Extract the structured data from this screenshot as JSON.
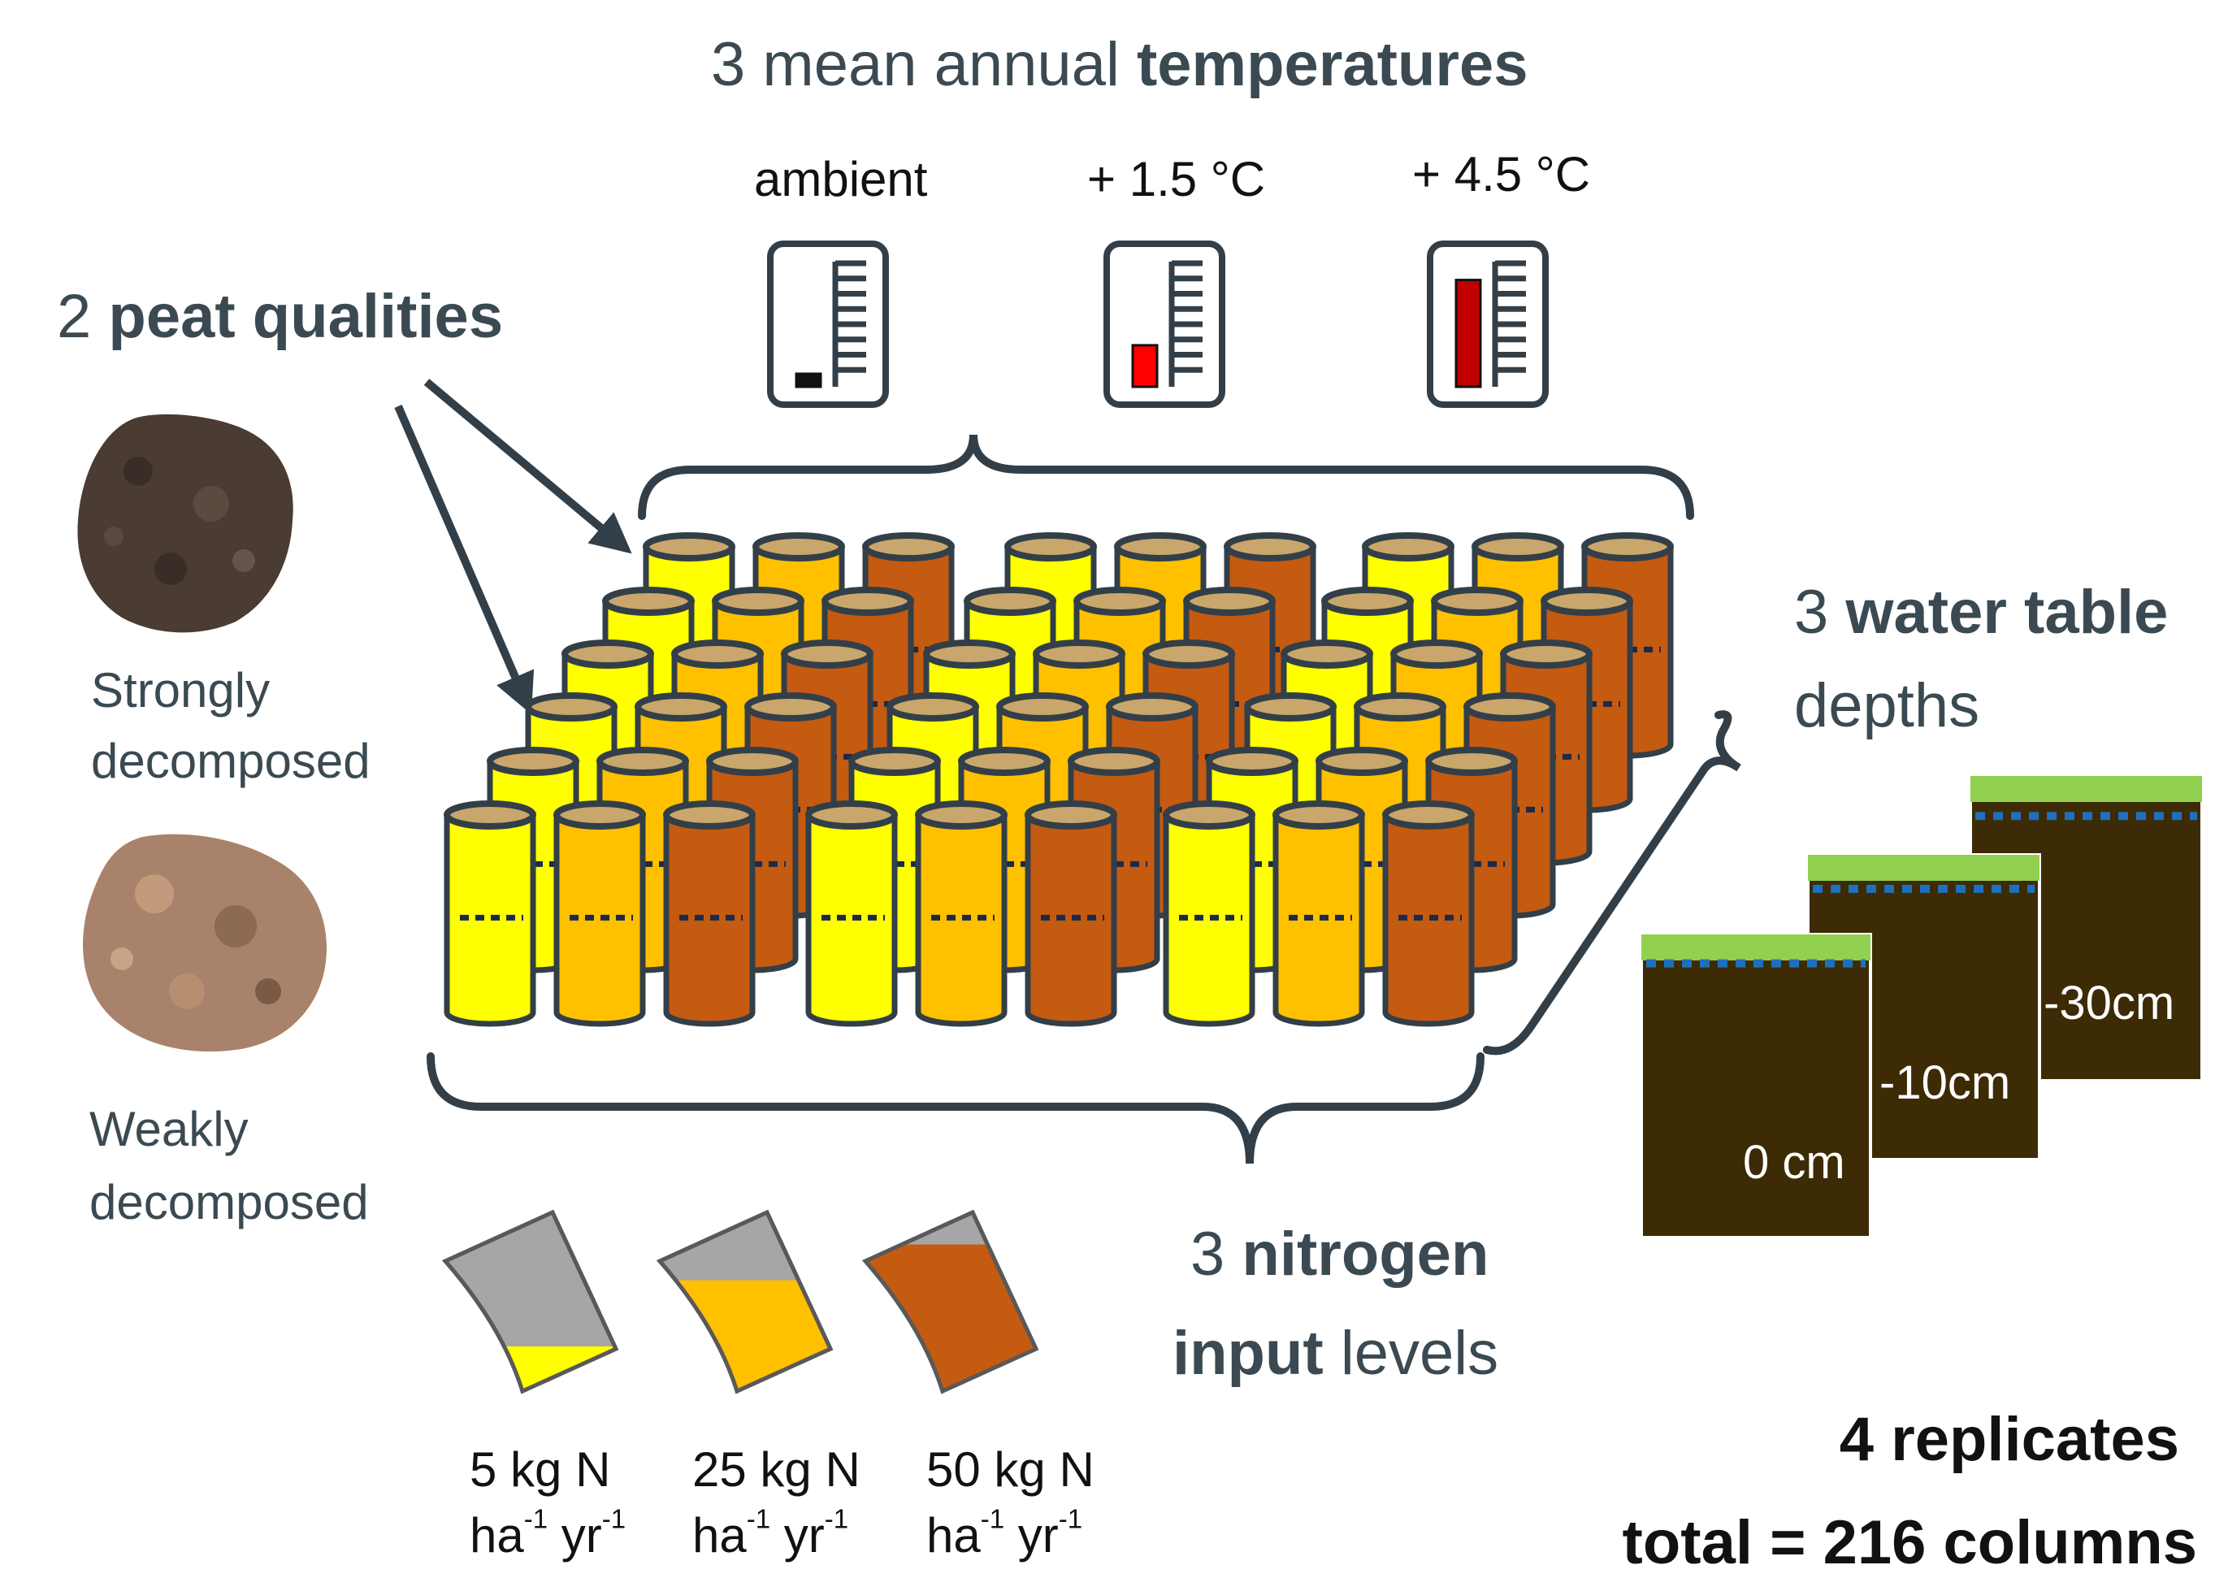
{
  "title": {
    "count": "3",
    "text": "mean annual",
    "bold": "temperatures"
  },
  "temperatures": [
    {
      "label": "ambient",
      "level": 0.08,
      "color": "#111111"
    },
    {
      "label": "+ 1.5 °C",
      "level": 0.35,
      "color": "#ff0000"
    },
    {
      "label": "+ 4.5 °C",
      "level": 0.9,
      "color": "#c00000"
    }
  ],
  "peat": {
    "count": "2",
    "bold": "peat qualities",
    "strong_1": "Strongly",
    "strong_2": "decomposed",
    "weak_1": "Weakly",
    "weak_2": "decomposed"
  },
  "water": {
    "count": "3",
    "bold": "water table",
    "rest": "depths",
    "depths": [
      "0 cm",
      "-10cm",
      "-30cm"
    ]
  },
  "nitrogen": {
    "count": "3",
    "bold1": "nitrogen",
    "bold2": "input",
    "rest": "levels",
    "levels": [
      {
        "amount": "5 kg N",
        "unit_a": "ha",
        "exp_a": "-1",
        "unit_b": " yr",
        "exp_b": "-1",
        "color": "#ffff00"
      },
      {
        "amount": "25 kg N",
        "unit_a": "ha",
        "exp_a": "-1",
        "unit_b": " yr",
        "exp_b": "-1",
        "color": "#ffc000"
      },
      {
        "amount": "50 kg N",
        "unit_a": "ha",
        "exp_a": "-1",
        "unit_b": " yr",
        "exp_b": "-1",
        "color": "#c55a11"
      }
    ]
  },
  "replicates": "4 replicates",
  "total": "total = 216 columns",
  "colors": {
    "column_yellow": "#ffff00",
    "column_orange": "#ffc000",
    "column_brown": "#c55a11",
    "outline": "#333f48",
    "soil": "#3d2b05",
    "grass": "#92d050",
    "water": "#1f6fbf",
    "peat_strong": "#4a3b33",
    "peat_weak": "#a8826a"
  }
}
